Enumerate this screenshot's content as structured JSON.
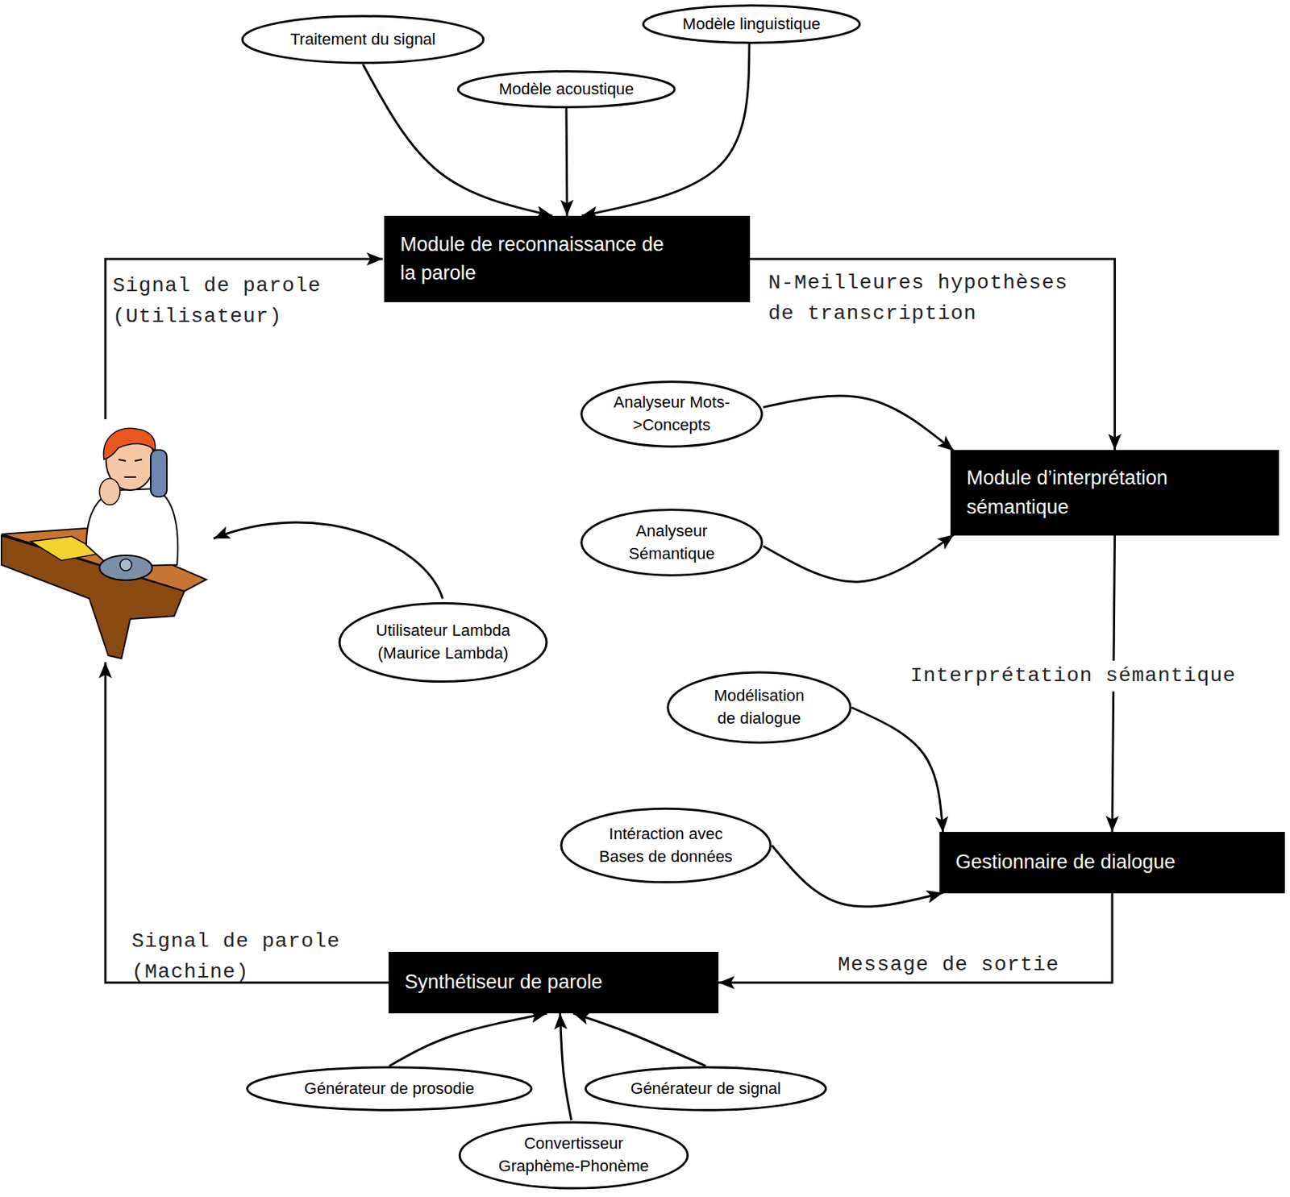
{
  "diagram": {
    "nodes": [
      {
        "text": [
          "Traitement du signal"
        ]
      },
      {
        "text": [
          "Modèle linguistique"
        ]
      },
      {
        "text": [
          "Modèle acoustique"
        ]
      },
      {
        "text": [
          "Module de reconnaissance de la parole"
        ]
      },
      {
        "text": [
          "Analyseur Mots->Concepts"
        ]
      },
      {
        "text": [
          "Module d’interprétation sémantique"
        ]
      },
      {
        "text": [
          "Analyseur Sémantique"
        ]
      },
      {
        "text": [
          "Utilisateur Lambda (Maurice Lambda)"
        ]
      },
      {
        "text": [
          "Modélisation de dialogue"
        ]
      },
      {
        "text": [
          "Intéraction avec Bases de données"
        ]
      },
      {
        "text": [
          "Gestionnaire de dialogue"
        ]
      },
      {
        "text": [
          "Synthétiseur de parole"
        ]
      },
      {
        "text": [
          "Générateur de prosodie"
        ]
      },
      {
        "text": [
          "Générateur de signal"
        ]
      },
      {
        "text": [
          "Convertisseur Graphème-Phonème"
        ]
      }
    ],
    "edges": [
      {
        "from": 0,
        "to": 3,
        "arrow": "to"
      },
      {
        "from": 2,
        "to": 3,
        "arrow": "to"
      },
      {
        "from": 1,
        "to": 3,
        "arrow": "to"
      },
      {
        "from": 3,
        "to": 5,
        "label": "N-Meilleures hypothèses de transcription",
        "arrow": "to"
      },
      {
        "from": 4,
        "to": 5,
        "arrow": "to"
      },
      {
        "from": 6,
        "to": 5,
        "arrow": "to"
      },
      {
        "from": 5,
        "to": 10,
        "label": "Interprétation sémantique",
        "arrow": "to"
      },
      {
        "from": 8,
        "to": 10,
        "arrow": "to"
      },
      {
        "from": 9,
        "to": 10,
        "arrow": "to"
      },
      {
        "from": 10,
        "to": 11,
        "label": "Message de sortie",
        "arrow": "to"
      },
      {
        "from": 12,
        "to": 11,
        "arrow": "to"
      },
      {
        "from": 13,
        "to": 11,
        "arrow": "to"
      },
      {
        "from": 14,
        "to": 11,
        "arrow": "to"
      }
    ],
    "labels": [
      "Signal de parole (Utilisateur)",
      "Signal de parole (Machine)"
    ]
  }
}
